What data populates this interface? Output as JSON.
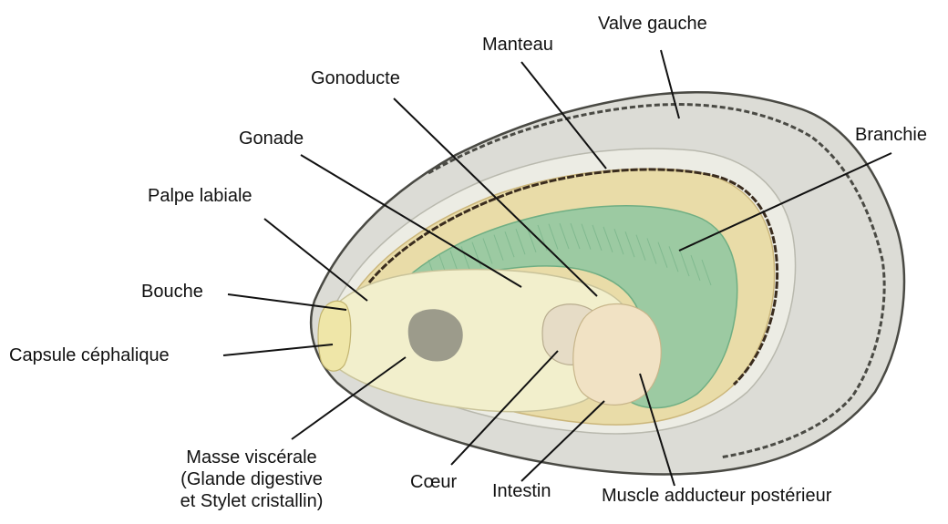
{
  "labels": {
    "valve_gauche": "Valve gauche",
    "manteau": "Manteau",
    "gonoducte": "Gonoducte",
    "branchie": "Branchie",
    "gonade": "Gonade",
    "palpe_labiale": "Palpe labiale",
    "bouche": "Bouche",
    "capsule_cephalique": "Capsule céphalique",
    "masse_viscerale": [
      "Masse viscérale",
      "(Glande digestive",
      "et Stylet cristallin)"
    ],
    "coeur": "Cœur",
    "intestin": "Intestin",
    "muscle_adducteur": "Muscle adducteur postérieur"
  },
  "colors": {
    "shell": "#dcdcd6",
    "shell_edge": "#4a4a44",
    "mantle": "#e9dca8",
    "mantle_edge": "#3a2c1e",
    "gill": "#9ccaa2",
    "gill_dark": "#6fae83",
    "visceral": "#f2efcc",
    "muscle": "#f1e2c4",
    "heart": "#e6dcc6",
    "digestive": "#555555",
    "leader": "#111111"
  }
}
